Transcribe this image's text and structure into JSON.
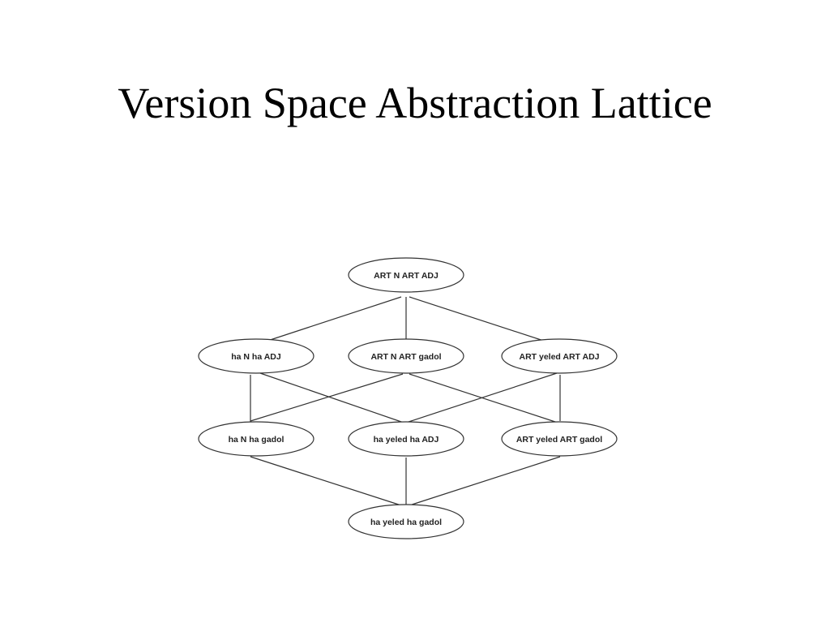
{
  "slide": {
    "title": "Version Space Abstraction Lattice"
  },
  "diagram": {
    "nodes": [
      {
        "id": "n0",
        "label": "ART N ART ADJ"
      },
      {
        "id": "n1",
        "label": "ha N ha ADJ"
      },
      {
        "id": "n2",
        "label": "ART N ART gadol"
      },
      {
        "id": "n3",
        "label": "ART yeled ART ADJ"
      },
      {
        "id": "n4",
        "label": "ha N ha gadol"
      },
      {
        "id": "n5",
        "label": "ha yeled ha ADJ"
      },
      {
        "id": "n6",
        "label": "ART yeled ART gadol"
      },
      {
        "id": "n7",
        "label": "ha yeled ha gadol"
      }
    ],
    "edges": [
      [
        "n0",
        "n1"
      ],
      [
        "n0",
        "n2"
      ],
      [
        "n0",
        "n3"
      ],
      [
        "n1",
        "n4"
      ],
      [
        "n1",
        "n5"
      ],
      [
        "n2",
        "n4"
      ],
      [
        "n2",
        "n6"
      ],
      [
        "n3",
        "n5"
      ],
      [
        "n3",
        "n6"
      ],
      [
        "n4",
        "n7"
      ],
      [
        "n5",
        "n7"
      ],
      [
        "n6",
        "n7"
      ]
    ],
    "colors": {
      "line": "#333333",
      "node_fill": "#ffffff",
      "node_stroke": "#333333"
    }
  }
}
